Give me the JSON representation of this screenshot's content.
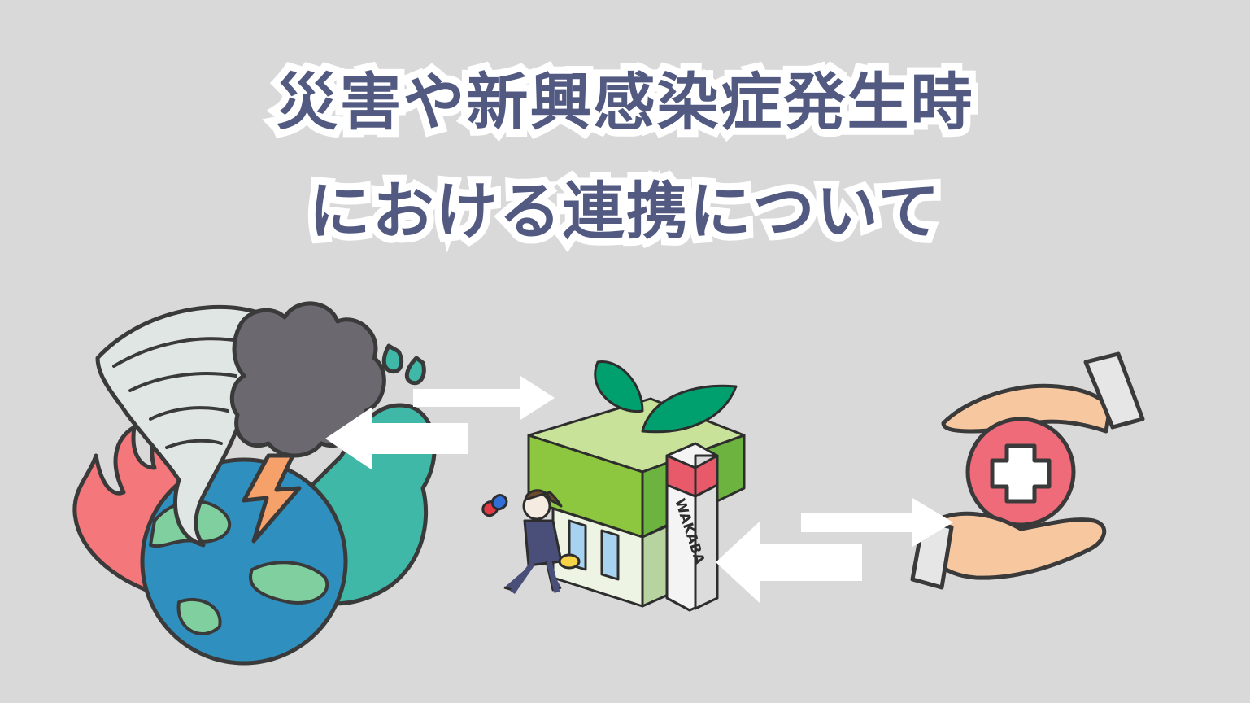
{
  "title": {
    "line1": "災害や新興感染症発生時",
    "line2": "における連携について"
  },
  "store": {
    "sign_text": "WAKABA"
  },
  "icons": {
    "left": "disaster-earth-icon",
    "center": "pharmacy-store-icon",
    "right": "medical-care-hands-icon"
  },
  "colors": {
    "background": "#d9d9d9",
    "title_text": "#525a82",
    "title_outline": "#ffffff",
    "arrow": "#ffffff",
    "store_green": "#8dc63f",
    "leaf_green": "#00a06e",
    "medical_red": "#f06b7a"
  }
}
